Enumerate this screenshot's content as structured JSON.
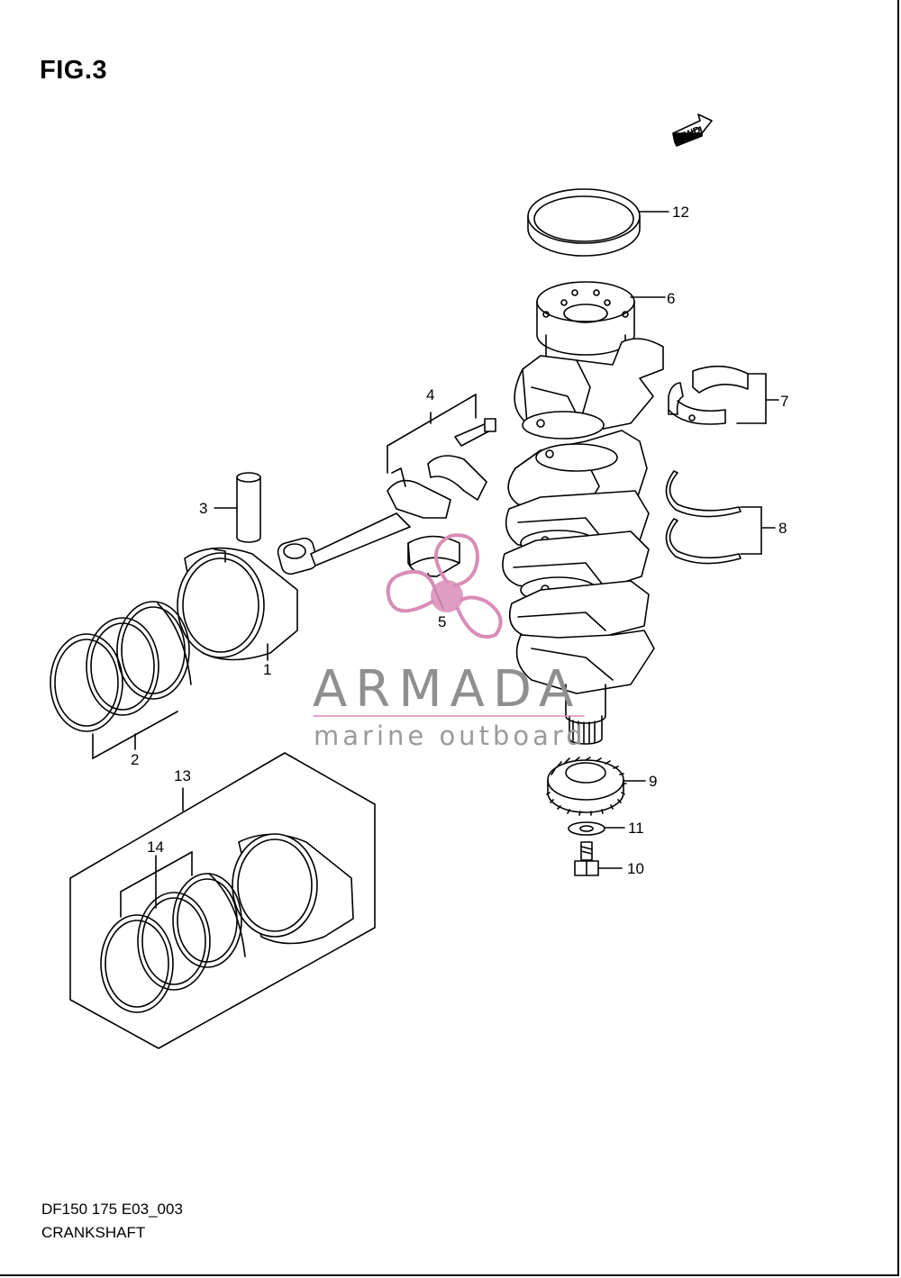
{
  "figure": {
    "title": "FIG.3",
    "model_code": "DF150 175 E03_003",
    "section_name": "CRANKSHAFT",
    "fwd_label": "FWD"
  },
  "callouts": [
    {
      "id": "1",
      "label": "1"
    },
    {
      "id": "2",
      "label": "2"
    },
    {
      "id": "3",
      "label": "3"
    },
    {
      "id": "4",
      "label": "4"
    },
    {
      "id": "5",
      "label": "5"
    },
    {
      "id": "6",
      "label": "6"
    },
    {
      "id": "7",
      "label": "7"
    },
    {
      "id": "8",
      "label": "8"
    },
    {
      "id": "9",
      "label": "9"
    },
    {
      "id": "10",
      "label": "10"
    },
    {
      "id": "11",
      "label": "11"
    },
    {
      "id": "12",
      "label": "12"
    },
    {
      "id": "13",
      "label": "13"
    },
    {
      "id": "14",
      "label": "14"
    }
  ],
  "watermark": {
    "brand": "ARMADA",
    "tagline": "marine outboard",
    "logo_icon": "propeller-icon",
    "logo_color": "#d98cb7",
    "text_color": "#8f8f8f"
  }
}
